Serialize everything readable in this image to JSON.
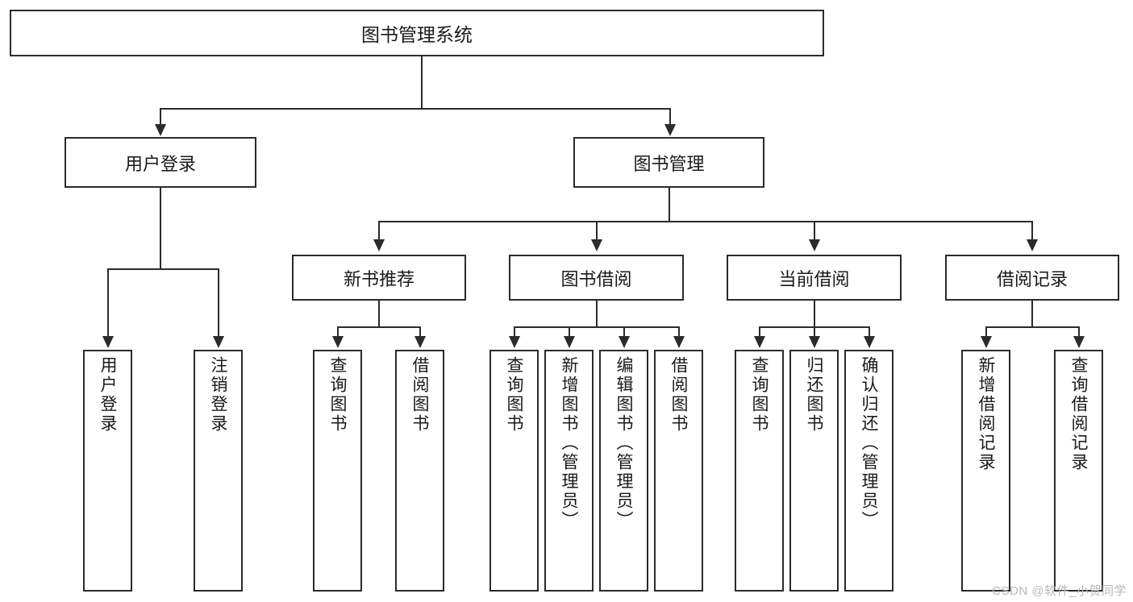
{
  "diagram": {
    "title": "图书管理系统",
    "type": "tree",
    "watermark": "CSDN @软件_小贺同学",
    "colors": {
      "background": "#ffffff",
      "border": "#2b2b2b",
      "text": "#1a1a1a",
      "watermark": "#b9b9b9"
    }
  },
  "nodes": {
    "root": {
      "label": "图书管理系统"
    },
    "level2": [
      {
        "label": "用户登录"
      },
      {
        "label": "图书管理"
      }
    ],
    "level3": [
      {
        "label": "新书推荐"
      },
      {
        "label": "图书借阅"
      },
      {
        "label": "当前借阅"
      },
      {
        "label": "借阅记录"
      }
    ],
    "leaves": {
      "user_login": [
        {
          "label": "用户登录"
        },
        {
          "label": "注销登录"
        }
      ],
      "new_book": [
        {
          "label": "查询图书"
        },
        {
          "label": "借阅图书"
        }
      ],
      "book_borrow": [
        {
          "label": "查询图书"
        },
        {
          "label": "新增图书（管理员）"
        },
        {
          "label": "编辑图书（管理员）"
        },
        {
          "label": "借阅图书"
        }
      ],
      "current_borrow": [
        {
          "label": "查询图书"
        },
        {
          "label": "归还图书"
        },
        {
          "label": "确认归还（管理员）"
        }
      ],
      "borrow_record": [
        {
          "label": "新增借阅记录"
        },
        {
          "label": "查询借阅记录"
        }
      ]
    }
  }
}
